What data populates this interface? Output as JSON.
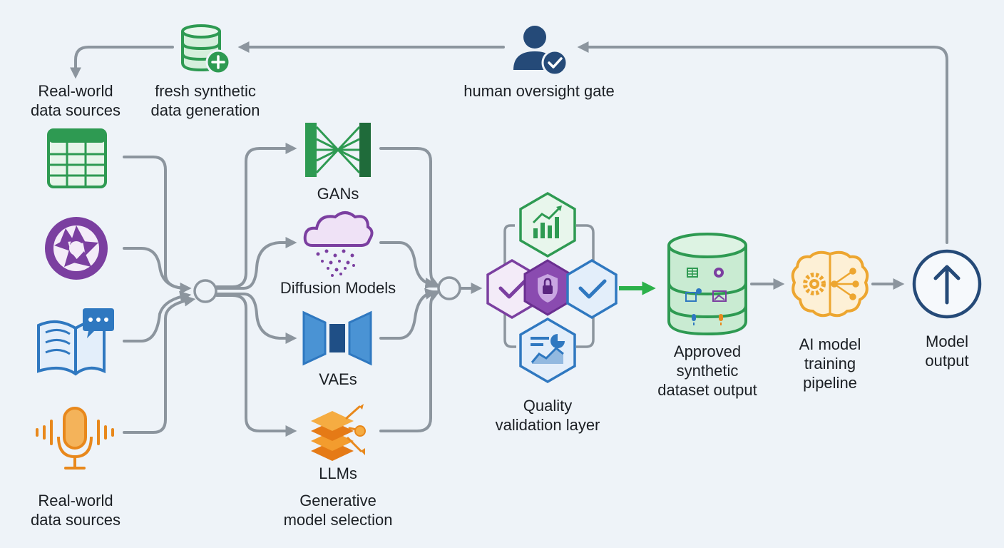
{
  "labels": {
    "sources_top": "Real-world\ndata sources",
    "sources_bottom": "Real-world\ndata sources",
    "fresh_generation": "fresh synthetic\ndata generation",
    "human_gate": "human oversight gate",
    "gans": "GANs",
    "diffusion": "Diffusion Models",
    "vaes": "VAEs",
    "llms": "LLMs",
    "model_selection": "Generative\nmodel selection",
    "quality": "Quality\nvalidation layer",
    "approved": "Approved\nsynthetic\ndataset output",
    "training": "AI model\ntraining\npipeline",
    "output": "Model\noutput"
  },
  "icons": {
    "spreadsheet": "spreadsheet-icon",
    "camera": "camera-shutter-icon",
    "book": "book-chat-icon",
    "microphone": "microphone-icon",
    "database_plus": "database-plus-icon",
    "user_check": "user-check-icon",
    "gan": "gan-network-icon",
    "cloud": "diffusion-cloud-icon",
    "vae": "vae-encoder-decoder-icon",
    "layers": "llm-layers-icon",
    "chart": "chart-hexagon-icon",
    "lock": "lock-shield-icon",
    "check": "check-hexagon-icon",
    "report": "report-hexagon-icon",
    "database": "dataset-database-icon",
    "brain": "brain-gear-icon",
    "up_arrow": "up-arrow-circle-icon"
  },
  "colors": {
    "background": "#eef3f8",
    "connector": "#8c959e",
    "green": "#2e9a52",
    "purple": "#7b3fa0",
    "blue": "#2f78c0",
    "orange": "#e8881c",
    "navy": "#254a78",
    "highlight_arrow": "#2bb14a"
  }
}
